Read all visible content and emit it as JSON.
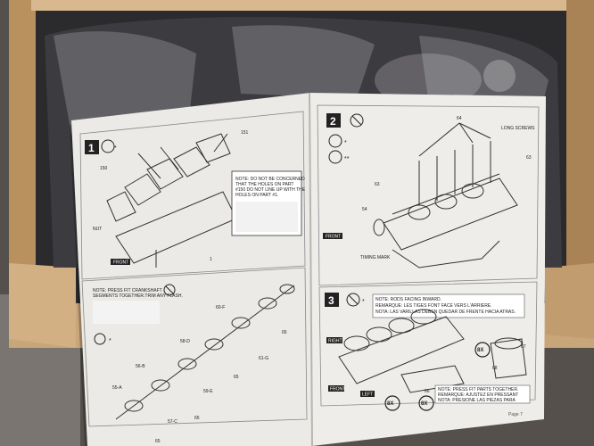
{
  "colors": {
    "cardboard": "#c9a57a",
    "cardboard_dark": "#8c6b45",
    "paper": "#eceae6",
    "ink": "#222222",
    "plastic": "#3a3a3e"
  },
  "left_page": {
    "step1": {
      "number": "1",
      "part_labels": [
        "151",
        "150",
        "1",
        "NUT"
      ],
      "note_text": [
        "NOTE: DO NOT BE CONCERNED",
        "THAT THE HOLES ON PART",
        "#150 DO NOT LINE UP WITH THE",
        "HOLES ON PART #1."
      ],
      "view_label": "FRONT"
    },
    "step_crank": {
      "note_text": [
        "NOTE: PRESS FIT CRANKSHAFT",
        "SEGMENTS TOGETHER.TRIM ANY FLASH."
      ],
      "part_labels": [
        "60-F",
        "61-G",
        "58-D",
        "59-E",
        "56-B",
        "57-C",
        "55-A",
        "65",
        "65",
        "65",
        "65"
      ]
    }
  },
  "right_page": {
    "step2": {
      "number": "2",
      "part_labels": [
        "64",
        "63",
        "63",
        "54"
      ],
      "long_screws": "LONG SCREWS",
      "timing_mark": "TIMING MARK",
      "view_label": "FRONT"
    },
    "step3": {
      "number": "3",
      "note_text": [
        "NOTE: RODS FACING INWARD.",
        "REMARQUE: LES TIGES FONT FACE VERS L'ARRIERE.",
        "NOTA: LAS VARILLAS DEBEN QUEDAR DE FRENTE HACIA ATRAS."
      ],
      "note2_text": [
        "NOTE: PRESS FIT PARTS TOGETHER.",
        "REMARQUE: AJUSTEZ EN PRESSANT",
        "NOTA: PRESIONE LAS PIEZAS PARA"
      ],
      "multiplier": "8X",
      "part_labels": [
        "67",
        "68",
        "66"
      ],
      "view_labels": [
        "RIGHT",
        "FRONT",
        "LEFT"
      ]
    },
    "footer": "Page 7"
  }
}
